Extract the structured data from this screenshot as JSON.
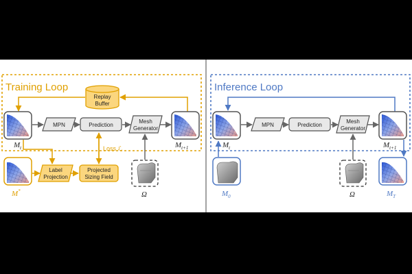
{
  "colors": {
    "training": "#e0a000",
    "training_fill": "#fbd67e",
    "inference": "#4f79c4",
    "node_fill": "#e8e8e8",
    "node_stroke": "#505050",
    "arrow": "#666666",
    "divider": "#444444"
  },
  "training": {
    "title": "Training Loop",
    "buffer_line1": "Replay",
    "buffer_line2": "Buffer",
    "mpn": "MPN",
    "prediction": "Prediction",
    "mesh_gen_line1": "Mesh",
    "mesh_gen_line2": "Generator",
    "label_proj_line1": "Label",
    "label_proj_line2": "Projection",
    "sizing_line1": "Projected",
    "sizing_line2": "Sizing Field",
    "loss": "Loss ℒ",
    "m_t": "M",
    "m_t_sub": "t",
    "m_t1": "M",
    "m_t1_sub": "t+1",
    "m_star": "M",
    "m_star_sup": "*",
    "omega": "Ω"
  },
  "inference": {
    "title": "Inference Loop",
    "mpn": "MPN",
    "prediction": "Prediction",
    "mesh_gen_line1": "Mesh",
    "mesh_gen_line2": "Generator",
    "m_t": "M",
    "m_t_sub": "t",
    "m_t1": "M",
    "m_t1_sub": "t+1",
    "m_0": "M",
    "m_0_sub": "0",
    "m_T": "M",
    "m_T_sub": "T",
    "omega": "Ω"
  }
}
